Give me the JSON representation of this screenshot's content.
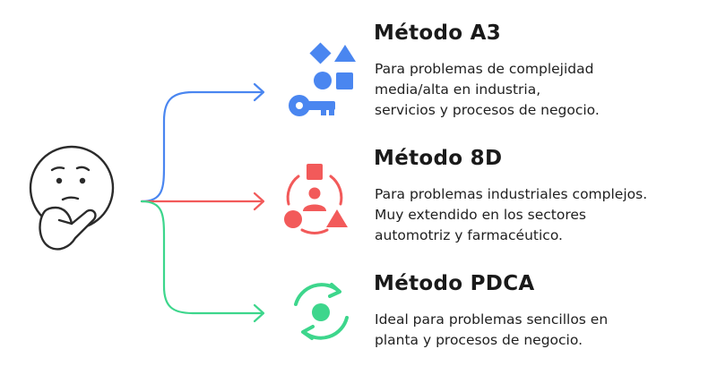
{
  "colors": {
    "blue": "#4a86f0",
    "red": "#f25a5a",
    "green": "#3dd68c",
    "outline": "#2b2b2b"
  },
  "icons": {
    "thinking_face": "thinking-face-icon",
    "a3": "shapes-and-key-icon",
    "eightd": "team-shapes-icon",
    "pdca": "cycle-arrows-icon"
  },
  "methods": [
    {
      "title": "Método A3",
      "lines": [
        "Para problemas de complejidad",
        "media/alta en industria,",
        "servicios y procesos de negocio."
      ]
    },
    {
      "title": "Método 8D",
      "lines": [
        "Para problemas industriales complejos.",
        "Muy extendido en los sectores",
        "automotriz y farmacéutico."
      ]
    },
    {
      "title": "Método PDCA",
      "lines": [
        "Ideal para problemas sencillos en",
        "planta y procesos de negocio."
      ]
    }
  ]
}
